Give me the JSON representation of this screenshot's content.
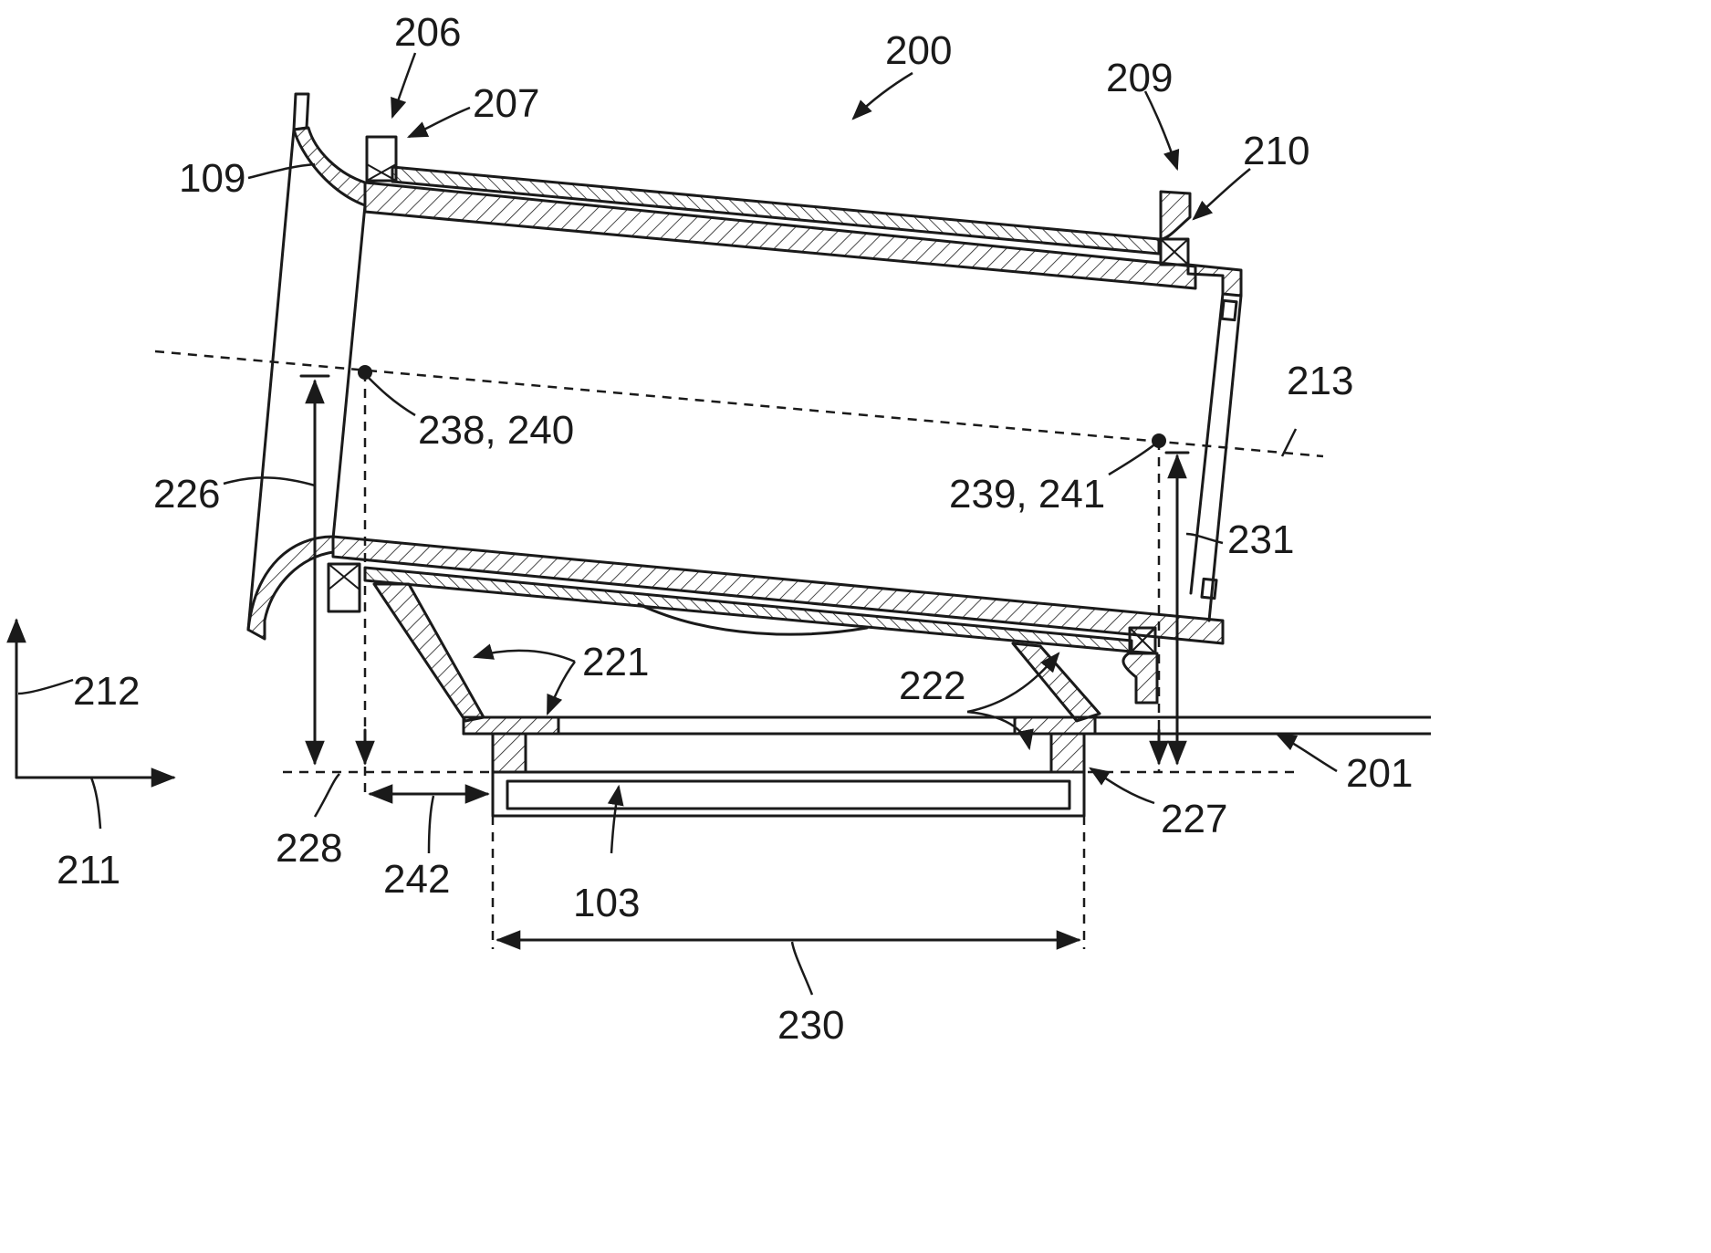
{
  "figure": {
    "labels": {
      "l200": "200",
      "l206": "206",
      "l207": "207",
      "l209": "209",
      "l210": "210",
      "l109": "109",
      "l213": "213",
      "l238": "238, 240",
      "l239": "239, 241",
      "l226": "226",
      "l231": "231",
      "l212": "212",
      "l211": "211",
      "l221": "221",
      "l222": "222",
      "l201": "201",
      "l227": "227",
      "l228": "228",
      "l242": "242",
      "l103": "103",
      "l230": "230"
    },
    "colors": {
      "ink": "#1a1a1a",
      "paper": "#ffffff"
    }
  }
}
